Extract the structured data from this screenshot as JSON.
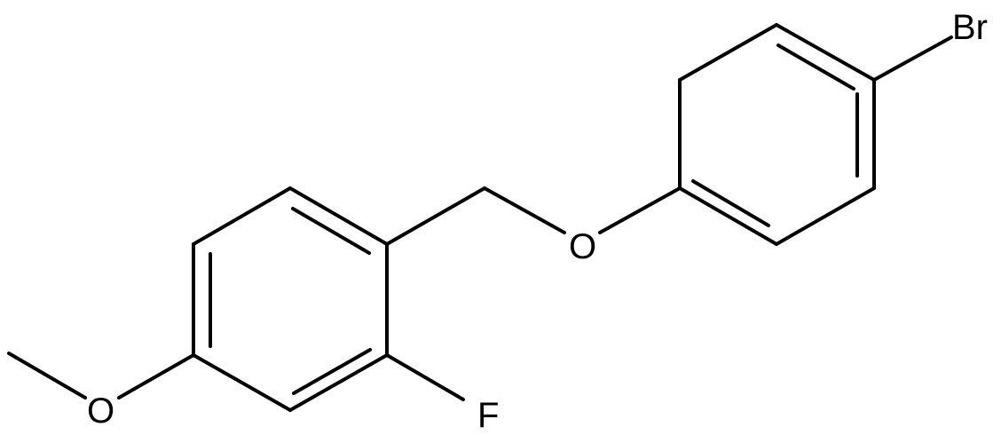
{
  "molecule": {
    "atoms": {
      "bromine": "Br",
      "ether_oxygen": "O",
      "fluorine": "F",
      "methoxy_oxygen": "O"
    }
  },
  "colors": {
    "bond": "#000000",
    "label": "#000000",
    "background": "#ffffff"
  }
}
